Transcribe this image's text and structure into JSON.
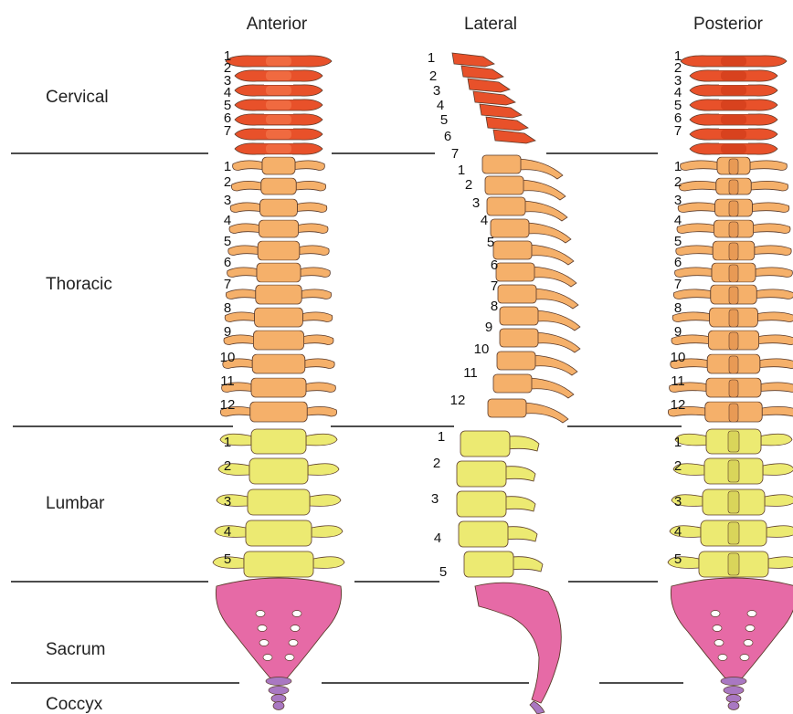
{
  "views": [
    {
      "key": "anterior",
      "title": "Anterior"
    },
    {
      "key": "lateral",
      "title": "Lateral"
    },
    {
      "key": "posterior",
      "title": "Posterior"
    }
  ],
  "regions": [
    {
      "key": "cervical",
      "label": "Cervical",
      "color": "#e8512a",
      "numbers": [
        "1",
        "2",
        "3",
        "4",
        "5",
        "6",
        "7"
      ]
    },
    {
      "key": "thoracic",
      "label": "Thoracic",
      "color": "#f5b06a",
      "numbers": [
        "1",
        "2",
        "3",
        "4",
        "5",
        "6",
        "7",
        "8",
        "9",
        "10",
        "11",
        "12"
      ]
    },
    {
      "key": "lumbar",
      "label": "Lumbar",
      "color": "#ecea72",
      "numbers": [
        "1",
        "2",
        "3",
        "4",
        "5"
      ]
    },
    {
      "key": "sacrum",
      "label": "Sacrum",
      "color": "#e66aa6",
      "numbers": []
    },
    {
      "key": "coccyx",
      "label": "Coccyx",
      "color": "#a978c2",
      "numbers": []
    }
  ]
}
